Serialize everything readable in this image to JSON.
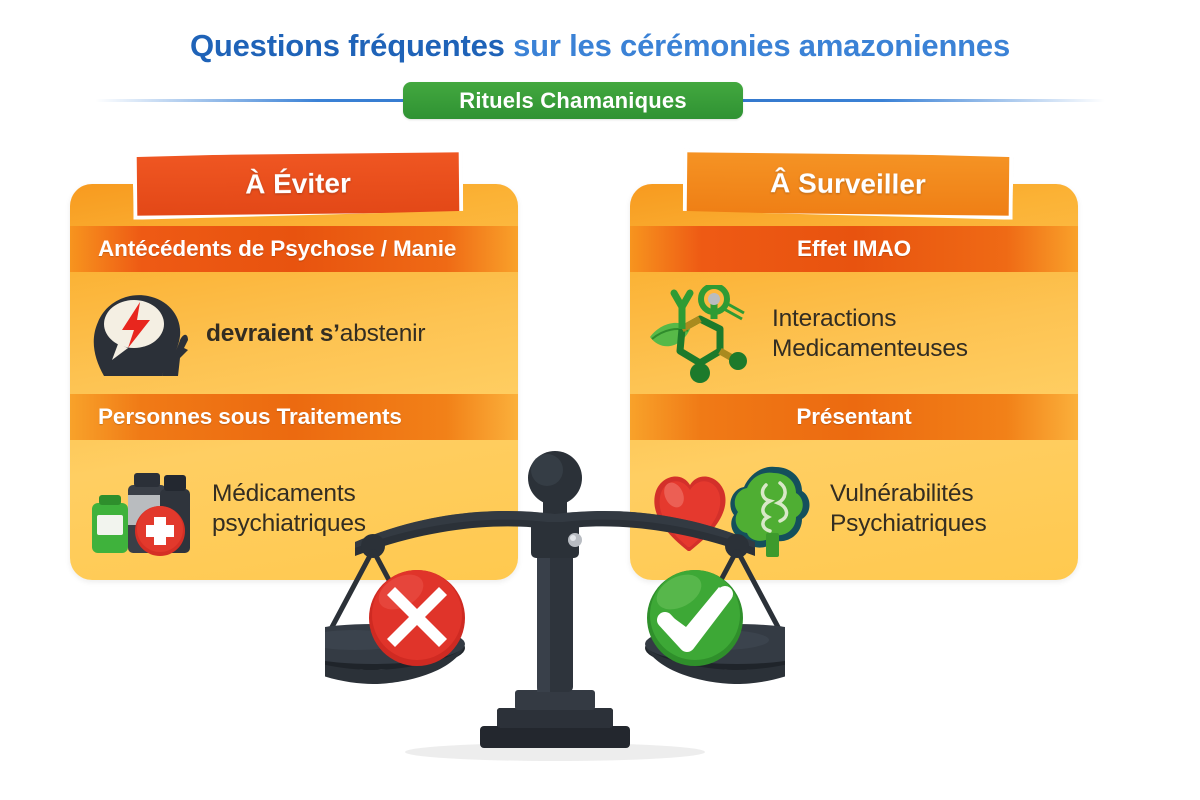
{
  "header": {
    "title_strong": "Questions fréquentes",
    "title_light": " sur les cérémonies amazoniennes",
    "badge_label": "Rituels Chamaniques",
    "accent_blue": "#1f63b8",
    "accent_blue_light": "#3b82d6",
    "badge_green": "#2f9233"
  },
  "cards": [
    {
      "ribbon_label": "À Éviter",
      "ribbon_color": "#e34817",
      "sections": [
        {
          "band_label": "Antécédents de Psychose / Manie",
          "band_align": "left",
          "icon": "head-lightning-icon",
          "text_bold": "devraient s’",
          "text_rest": "abstenir",
          "text_line2": ""
        },
        {
          "band_label": "Personnes sous Traitements",
          "band_align": "left",
          "icon": "medicine-bottles-icon",
          "text_bold": "",
          "text_rest": "Médicaments",
          "text_line2": "psychiatriques"
        }
      ]
    },
    {
      "ribbon_label": "Â Surveiller",
      "ribbon_color": "#ef7f15",
      "sections": [
        {
          "band_label": "Effet IMAO",
          "band_align": "center",
          "icon": "molecule-leaf-icon",
          "text_bold": "",
          "text_rest": "Interactions",
          "text_line2": "Medicamenteuses"
        },
        {
          "band_label": "Présentant",
          "band_align": "center",
          "icon": "heart-brain-tree-icon",
          "text_bold": "",
          "text_rest": "Vulnérabilités",
          "text_line2": "Psychiatriques"
        }
      ]
    }
  ],
  "scale": {
    "name": "balance-scale-illustration",
    "left_pan_icon": "red-cross-circle-icon",
    "right_pan_icon": "green-check-circle-icon",
    "left_pan_color": "#e0342a",
    "right_pan_color": "#3da836",
    "frame_color": "#2e3238"
  }
}
